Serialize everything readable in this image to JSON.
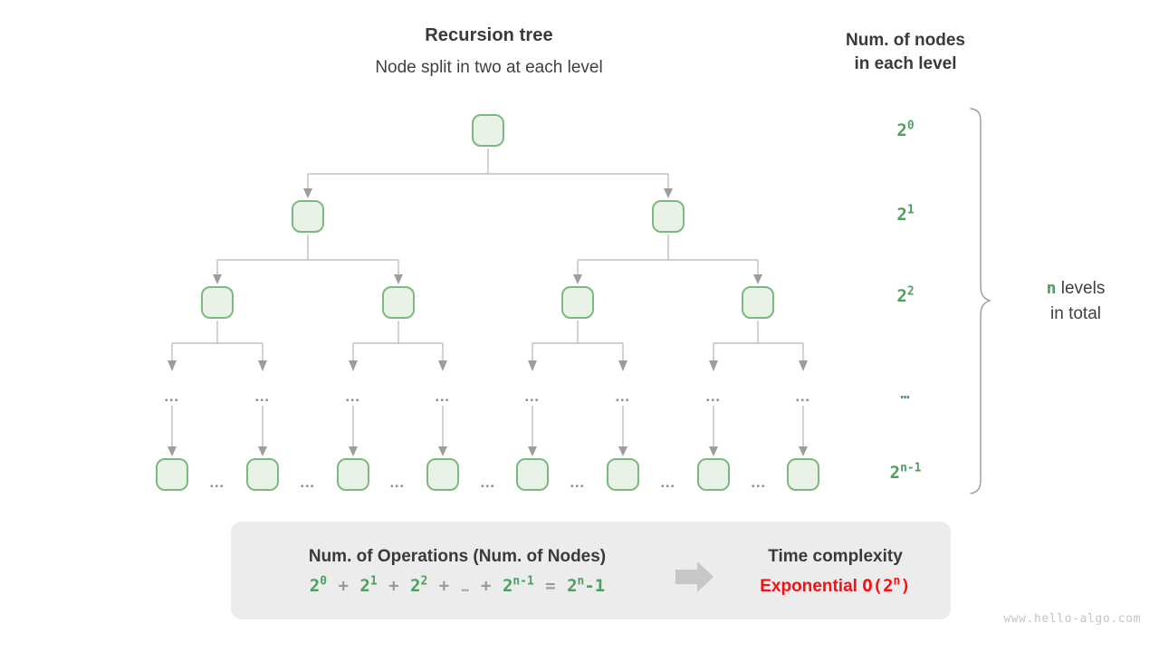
{
  "titles": {
    "main": "Recursion tree",
    "sub": "Node split in two at each level",
    "right_line1": "Num. of nodes",
    "right_line2": "in each level"
  },
  "levels": [
    {
      "id": "level-0",
      "count_base": "2",
      "count_exp": "0",
      "nodes": 1
    },
    {
      "id": "level-1",
      "count_base": "2",
      "count_exp": "1",
      "nodes": 2
    },
    {
      "id": "level-2",
      "count_base": "2",
      "count_exp": "2",
      "nodes": 4
    },
    {
      "id": "level-ellipsis",
      "count_base": "…",
      "count_exp": "",
      "nodes": 8
    },
    {
      "id": "level-n-1",
      "count_base": "2",
      "count_exp": "n-1",
      "nodes": 8
    }
  ],
  "brace": {
    "n_symbol": "n",
    "label_line1": "levels",
    "label_line2": "in total"
  },
  "ellipsis": {
    "inline": "…",
    "vertical": "…"
  },
  "summary": {
    "left_title": "Num. of Operations (Num. of Nodes)",
    "formula": {
      "t1_base": "2",
      "t1_exp": "0",
      "op1": "+",
      "t2_base": "2",
      "t2_exp": "1",
      "op2": "+",
      "t3_base": "2",
      "t3_exp": "2",
      "op3": "+",
      "dots": "…",
      "op4": "+",
      "t4_base": "2",
      "t4_exp": "n-1",
      "eq": "=",
      "t5_base": "2",
      "t5_exp": "n",
      "t5_tail": "-1"
    },
    "right_title": "Time complexity",
    "complexity_word": "Exponential",
    "complexity_open": "O(2",
    "complexity_exp": "n",
    "complexity_close": ")",
    "arrow_icon": "right-arrow-icon"
  },
  "watermark": "www.hello-algo.com",
  "colors": {
    "node_fill": "#e9f2e6",
    "node_border": "#7cb87f",
    "green_text": "#4e9e5f",
    "red_text": "#fa0f12",
    "line_gray": "#b5b5b5",
    "box_bg": "#ececec"
  }
}
